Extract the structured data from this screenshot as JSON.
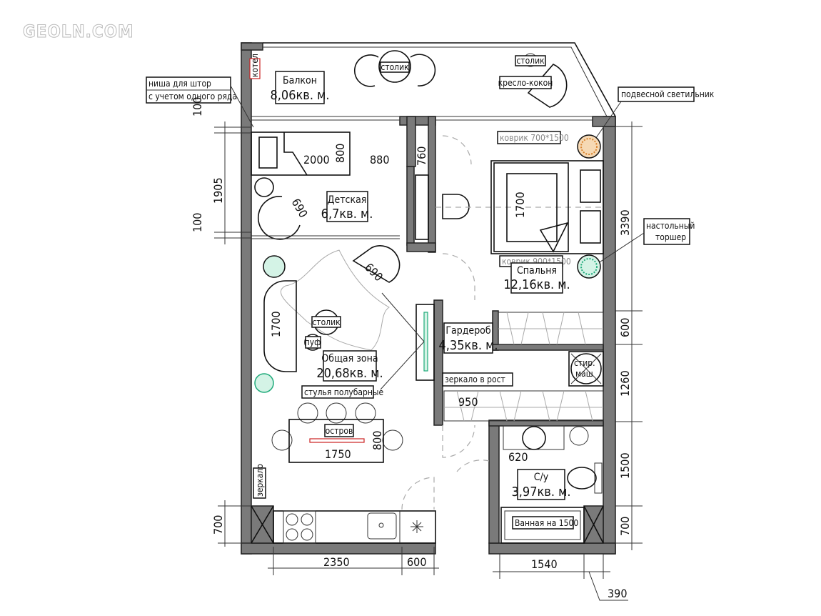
{
  "watermark": "GEOLN.COM",
  "colors": {
    "wall": "#7a7a7a",
    "pendant_lamp": "#d9822b",
    "floor_lamp": "#1faa7a",
    "boiler": "#cc2222",
    "island_mark": "#cc2222",
    "mirror": "#1faa7a"
  },
  "rooms": {
    "balcony": {
      "name": "Балкон",
      "area": "8,06кв. м."
    },
    "kids": {
      "name": "Детская",
      "area": "6,7кв. м."
    },
    "bedroom": {
      "name": "Спальня",
      "area": "12,16кв. м."
    },
    "wardrobe": {
      "name": "Гардероб",
      "area": "4,35кв. м."
    },
    "common": {
      "name": "Общая зона",
      "area": "20,68кв. м."
    },
    "bathroom": {
      "name": "С/у",
      "area": "3,97кв. м."
    }
  },
  "annotations": {
    "boiler": "котел",
    "table1": "столик",
    "table2": "столик",
    "table3": "столик",
    "cocoon_chair": "кресло-кокон",
    "curtain_niche_1": "ниша для штор",
    "curtain_niche_2": "с учетом одного ряда",
    "pendant_lamp": "подвесной светильник",
    "floor_lamp_1": "настольный",
    "floor_lamp_2": "торшер",
    "rug_top": "коврик 700*1500",
    "rug_bottom": "коврик 900*1500",
    "pouf": "пуф",
    "bar_stools": "стулья полубарные",
    "island": "остров",
    "full_mirror": "зеркало в рост",
    "washer_1": "стир.",
    "washer_2": "маш",
    "mirror": "зеркало",
    "bathtub": "Ванная на 1500"
  },
  "dimensions": {
    "left_100_top": "100",
    "left_1905": "1905",
    "left_100_bottom": "100",
    "left_700": "700",
    "bottom_2350": "2350",
    "bottom_600": "600",
    "bottom_1540": "1540",
    "bottom_390": "390",
    "right_3390": "3390",
    "right_600": "600",
    "right_1260": "1260",
    "right_1500": "1500",
    "right_700": "700",
    "bed_kids_2000": "2000",
    "bed_kids_800": "800",
    "passage_880": "880",
    "desk_760": "760",
    "chair_kids_690": "690",
    "chair_common_690": "690",
    "sofa_1700": "1700",
    "bed_1700": "1700",
    "island_1750": "1750",
    "island_800": "800",
    "wardrobe_950": "950",
    "sink_620": "620"
  }
}
